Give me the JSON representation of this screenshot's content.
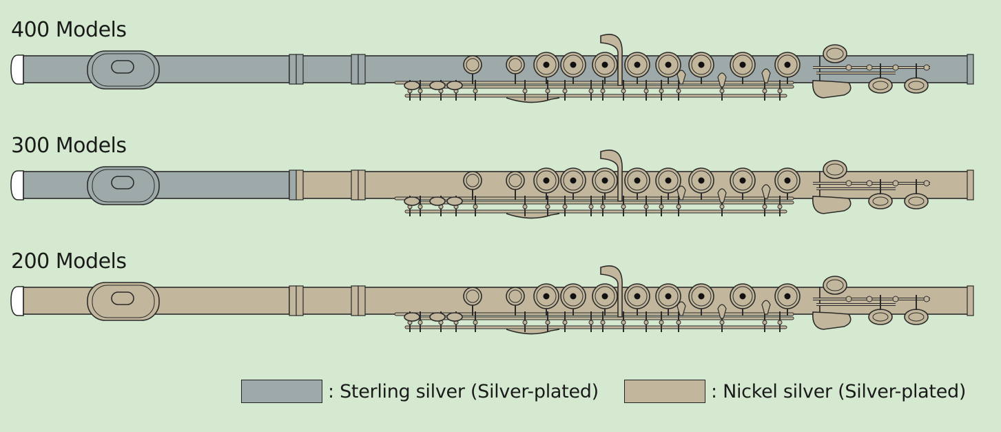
{
  "models": [
    {
      "label": "400 Models",
      "head": "sterling",
      "body": "sterling",
      "foot": "sterling"
    },
    {
      "label": "300 Models",
      "head": "sterling",
      "body": "nickel",
      "foot": "nickel"
    },
    {
      "label": "200 Models",
      "head": "nickel",
      "body": "nickel",
      "foot": "nickel"
    }
  ],
  "legend": [
    {
      "key": "sterling",
      "label": ": Sterling silver (Silver-plated)",
      "color": "#9eaaa9"
    },
    {
      "key": "nickel",
      "label": ": Nickel silver (Silver-plated)",
      "color": "#c2b79c"
    }
  ],
  "colors": {
    "background": "#d4e9cf",
    "keywork": "#c2b79c",
    "outline": "#2a2a2a",
    "crown": "#ffffff"
  }
}
